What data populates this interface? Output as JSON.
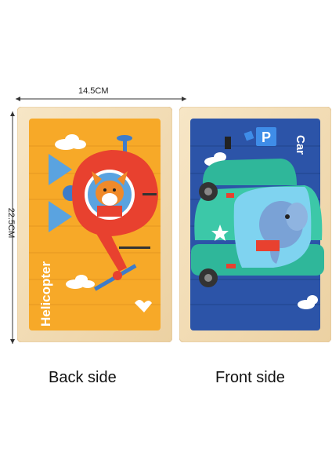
{
  "dimensions": {
    "width_label": "14.5CM",
    "height_label": "22.5CM"
  },
  "back": {
    "caption": "Back side",
    "puzzle_text": "Helicopter",
    "colors": {
      "board": "#f4ddb6",
      "background": "#f7a928",
      "accent": "#e8412f"
    }
  },
  "front": {
    "caption": "Front side",
    "puzzle_text": "Car",
    "sign_text": "P",
    "colors": {
      "board": "#f4ddb6",
      "background": "#2c54a8",
      "accent": "#2fb79a"
    }
  },
  "icons": [
    "cloud-icon",
    "helicopter-icon",
    "fox-icon",
    "car-icon",
    "elephant-icon",
    "parking-sign-icon",
    "bird-icon",
    "star-icon"
  ]
}
